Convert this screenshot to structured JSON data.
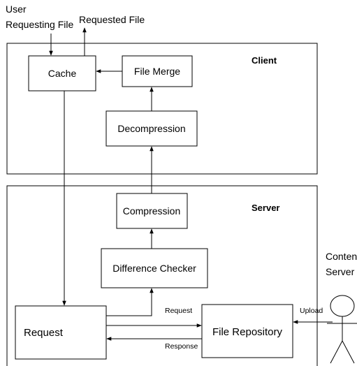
{
  "labels": {
    "user_line1": "User",
    "user_line2": "Requesting File",
    "requested_file": "Requested File",
    "client": "Client",
    "server": "Server",
    "content_line1": "Content",
    "content_line2": "Server"
  },
  "boxes": {
    "cache": "Cache",
    "file_merge": "File Merge",
    "decompression": "Decompression",
    "compression": "Compression",
    "difference_checker": "Difference Checker",
    "request": "Request",
    "file_repository": "File Repository"
  },
  "edges": {
    "request": "Request",
    "response": "Response",
    "upload": "Upload"
  }
}
